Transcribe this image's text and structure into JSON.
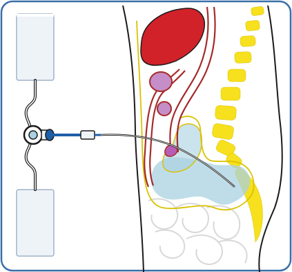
{
  "figure": {
    "frame_color": "#3a6ea8",
    "line_color": "#1a1a1a",
    "organ_red": "#d1222a",
    "organ_dark_red": "#a52a2a",
    "organ_purple": "#c58ec8",
    "bladder_blue": "#a9d1e0",
    "spine_yellow": "#f7e01e",
    "tube_blue": "#1e5fa8",
    "bag_fill": "#eef3f8"
  },
  "parts": {
    "upper_bag": "fluid-bag",
    "lower_bag": "drainage-bag",
    "valve": "three-way-valve",
    "catheter": "catheter-tube",
    "body": "body-cross-section"
  }
}
